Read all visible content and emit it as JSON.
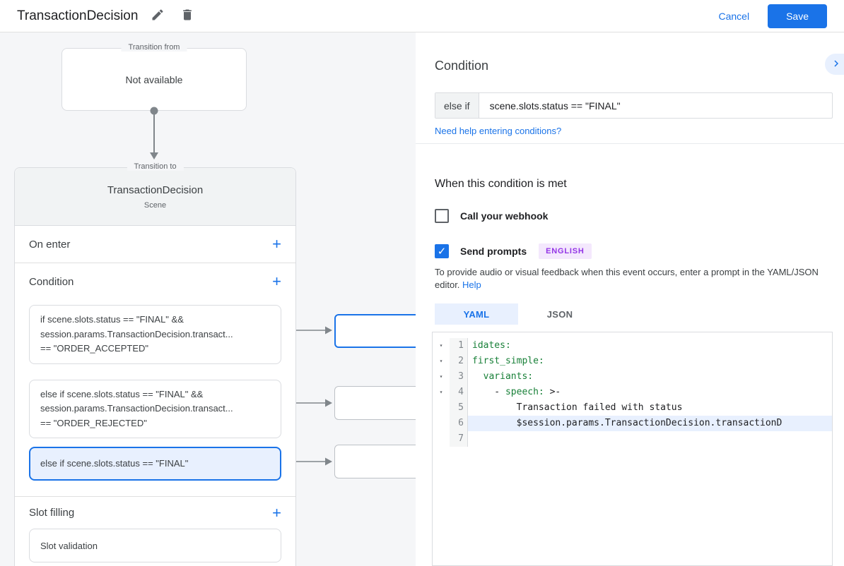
{
  "header": {
    "title": "TransactionDecision",
    "cancel_label": "Cancel",
    "save_label": "Save"
  },
  "canvas": {
    "transition_from": {
      "legend": "Transition from",
      "content": "Not available"
    },
    "transition_to": {
      "legend": "Transition to",
      "title": "TransactionDecision",
      "subtitle": "Scene",
      "on_enter": {
        "label": "On enter",
        "add": "+"
      },
      "condition": {
        "label": "Condition",
        "add": "+",
        "cards": [
          {
            "lines": [
              "if scene.slots.status == \"FINAL\" &&",
              "session.params.TransactionDecision.transact...",
              "== \"ORDER_ACCEPTED\""
            ]
          },
          {
            "lines": [
              "else if scene.slots.status == \"FINAL\" &&",
              "session.params.TransactionDecision.transact...",
              "== \"ORDER_REJECTED\""
            ]
          },
          {
            "lines": [
              "else if scene.slots.status == \"FINAL\""
            ]
          }
        ]
      },
      "slot_filling": {
        "label": "Slot filling",
        "add": "+",
        "card": "Slot validation"
      }
    }
  },
  "panel": {
    "heading": "Condition",
    "condition_input": {
      "prefix": "else if",
      "value": "scene.slots.status == \"FINAL\""
    },
    "help_link": "Need help entering conditions?",
    "subheading": "When this condition is met",
    "webhook": {
      "label": "Call your webhook",
      "checked": false
    },
    "prompts": {
      "label": "Send prompts",
      "checked": true,
      "check_glyph": "✓",
      "badge": "ENGLISH"
    },
    "helper_text": "To provide audio or visual feedback when this event occurs, enter a prompt in the YAML/JSON editor. ",
    "helper_link": "Help",
    "tabs": [
      {
        "label": "YAML",
        "active": true
      },
      {
        "label": "JSON",
        "active": false
      }
    ],
    "editor": {
      "fold_glyph": "▾",
      "lines": [
        {
          "n": "1",
          "tokens": [
            {
              "t": "idates:"
            }
          ]
        },
        {
          "n": "2",
          "tokens": [
            {
              "t": "first_simple:"
            }
          ]
        },
        {
          "n": "3",
          "tokens": [
            {
              "t": "  variants:"
            }
          ]
        },
        {
          "n": "4",
          "tokens": [
            {
              "t": "    - "
            },
            {
              "t": "speech:"
            },
            {
              "t": " >-"
            }
          ]
        },
        {
          "n": "5",
          "tokens": [
            {
              "t": "        Transaction failed with status"
            }
          ]
        },
        {
          "n": "6",
          "tokens": [
            {
              "t": "        $session.params.TransactionDecision.transactionD"
            }
          ]
        },
        {
          "n": "7",
          "tokens": []
        }
      ]
    }
  },
  "colors": {
    "accent": "#1a73e8",
    "accent_light": "#e8f0fe",
    "badge_bg": "#f4e8fd",
    "badge_text": "#9334e6",
    "yaml_key_green": "#188038",
    "canvas_bg": "#f5f6f8"
  }
}
